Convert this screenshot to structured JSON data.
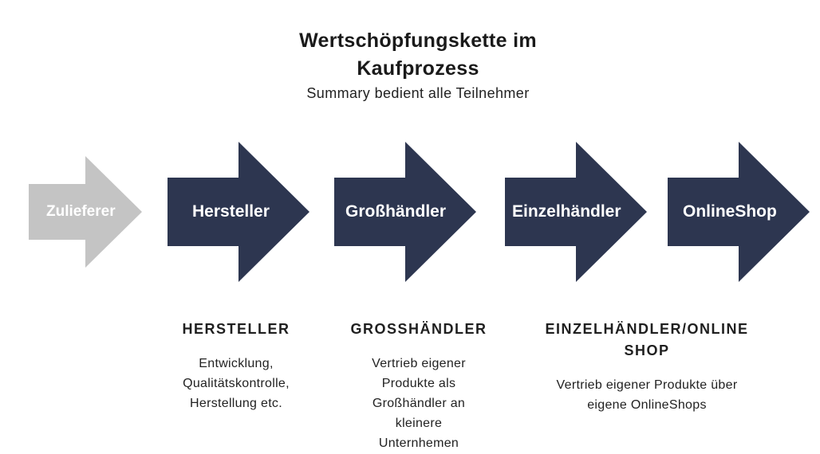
{
  "title": "Wertschöpfungskette im Kaufprozess",
  "subtitle": "Summary bedient alle Teilnehmer",
  "arrows": [
    {
      "label": "Zulieferer",
      "color": "#c4c4c4"
    },
    {
      "label": "Hersteller",
      "color": "#2d3650"
    },
    {
      "label": "Großhändler",
      "color": "#2d3650"
    },
    {
      "label": "Einzelhändler",
      "color": "#2d3650"
    },
    {
      "label": "OnlineShop",
      "color": "#2d3650"
    }
  ],
  "columns": [
    {
      "heading": "HERSTELLER",
      "text": "Entwicklung, Qualitätskontrolle, Herstellung etc."
    },
    {
      "heading": "GROSSHÄNDLER",
      "text": "Vertrieb eigener Produkte als Großhändler an kleinere Unternhemen"
    },
    {
      "heading": "EINZELHÄNDLER/ONLINE SHOP",
      "text": "Vertrieb eigener Produkte über eigene OnlineShops"
    }
  ]
}
